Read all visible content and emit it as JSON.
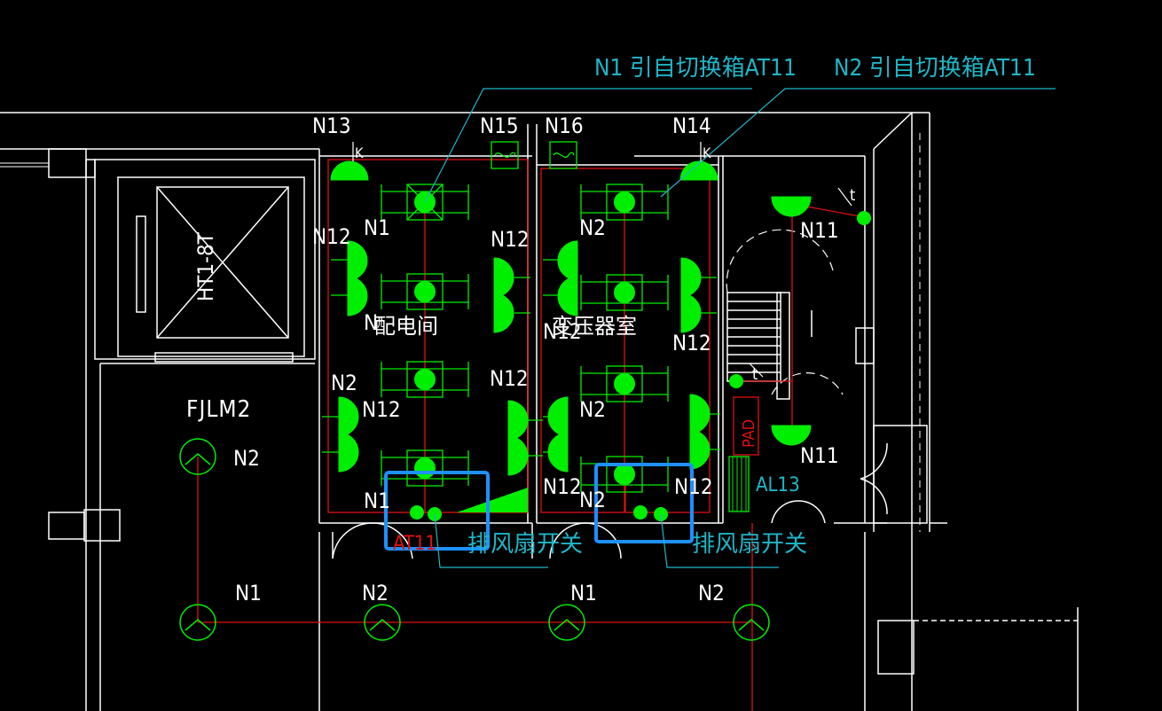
{
  "annotations": {
    "feeder_n1": "N1 引自切换箱AT11",
    "feeder_n2": "N2 引自切换箱AT11",
    "fan_switch_1": "排风扇开关",
    "fan_switch_2": "排风扇开关",
    "al13": "AL13",
    "at11": "AT11",
    "pad": "PAD",
    "fjlm2": "FJLM2",
    "elevator": "HT1-8T"
  },
  "rooms": {
    "room1": "配电间",
    "room2": "变压器室"
  },
  "circuit_labels": {
    "n13": "N13",
    "n15": "N15",
    "n16": "N16",
    "n14": "N14",
    "r1_n1_top": "N1",
    "r1_n12_left": "N12",
    "r1_n12_right": "N12",
    "r1_n2_mid": "N2",
    "r1_n12_mid": "N12",
    "r1_n12_mid_r": "N12",
    "r1_n1_bot": "N1",
    "r1_n_overlap": "N",
    "r2_n2_top": "N2",
    "r2_n12_right": "N12",
    "r2_n12_overlap": "N12",
    "r2_n2_mid": "N2",
    "r2_n12_bot": "N12",
    "r2_n2_bot": "N2",
    "r2_n12_bot_r": "N12",
    "stair_n11_top": "N11",
    "stair_n11_bot": "N11",
    "corr_n2": "N2",
    "bot_n1_a": "N1",
    "bot_n2_a": "N2",
    "bot_n1_b": "N1",
    "bot_n2_b": "N2",
    "switch_k1": "K",
    "switch_k2": "K",
    "switch_t1": "t",
    "switch_t2": "t"
  },
  "colors": {
    "background": "#000000",
    "wall": "#ffffff",
    "fixture": "#00ee00",
    "wire": "#e01010",
    "leader": "#1fb6c8",
    "highlight": "#1e90ff"
  }
}
